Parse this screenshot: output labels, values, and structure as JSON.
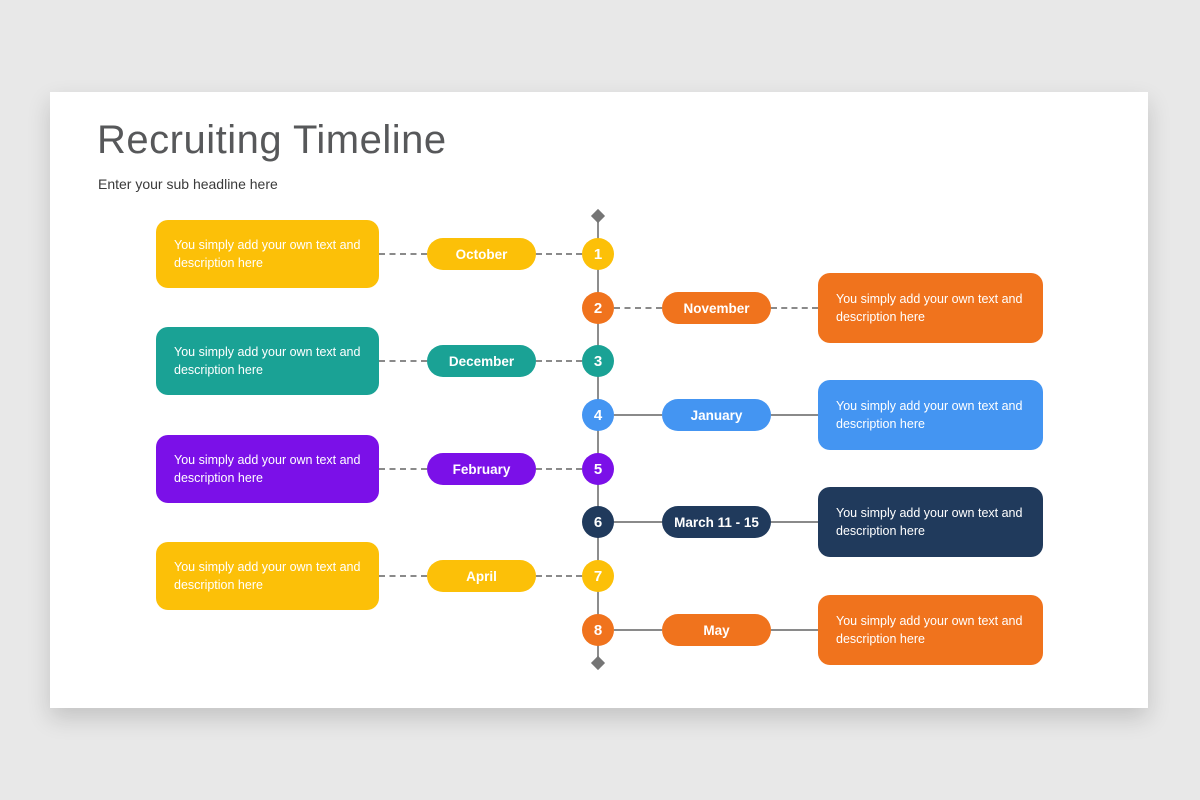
{
  "page": {
    "background_color": "#e8e8e8",
    "slide_color": "#ffffff"
  },
  "header": {
    "title": "Recruiting Timeline",
    "subtitle": "Enter your sub headline here"
  },
  "timeline": {
    "axis_color": "#8d8d8d",
    "endpoint_shape": "diamond",
    "rows": [
      {
        "num": "1",
        "label": "October",
        "side": "left",
        "color": "#fcc008",
        "connector": "dashed",
        "body": "You simply add your own text and description here"
      },
      {
        "num": "2",
        "label": "November",
        "side": "right",
        "color": "#f0731d",
        "connector": "dashed",
        "body": "You simply add your own text and description here"
      },
      {
        "num": "3",
        "label": "December",
        "side": "left",
        "color": "#1aa295",
        "connector": "dashed",
        "body": "You simply add your own text and description here"
      },
      {
        "num": "4",
        "label": "January",
        "side": "right",
        "color": "#4495f2",
        "connector": "solid",
        "body": "You simply add your own text and description here"
      },
      {
        "num": "5",
        "label": "February",
        "side": "left",
        "color": "#7b10e8",
        "connector": "dashed",
        "body": "You simply add your own text and description here"
      },
      {
        "num": "6",
        "label": "March 11 - 15",
        "side": "right",
        "color": "#203a5c",
        "connector": "solid",
        "body": "You simply add your own text and description here"
      },
      {
        "num": "7",
        "label": "April",
        "side": "left",
        "color": "#fcc008",
        "connector": "dashed",
        "body": "You simply add your own text and description here"
      },
      {
        "num": "8",
        "label": "May",
        "side": "right",
        "color": "#f0731d",
        "connector": "solid",
        "body": "You simply add your own text and description here"
      }
    ]
  }
}
